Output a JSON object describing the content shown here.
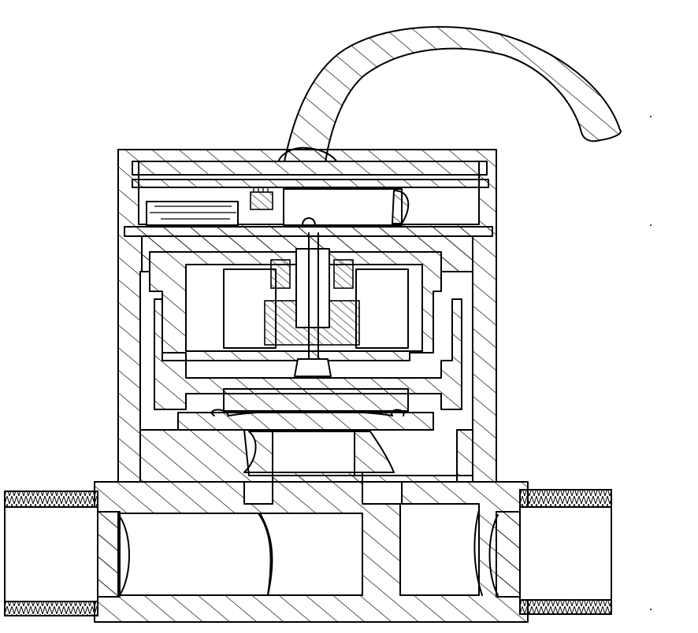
{
  "figure": {
    "style": "patent line drawing, cross-section with diagonal hatching",
    "colors": {
      "line": "#000000",
      "background": "#ffffff"
    },
    "components": [
      "curved-handle",
      "top-cover",
      "gear-train",
      "outer-housing",
      "valve-bonnet",
      "diaphragm-assembly",
      "inlet-port",
      "outlet-port",
      "flow-channel",
      "valve-seat"
    ]
  }
}
